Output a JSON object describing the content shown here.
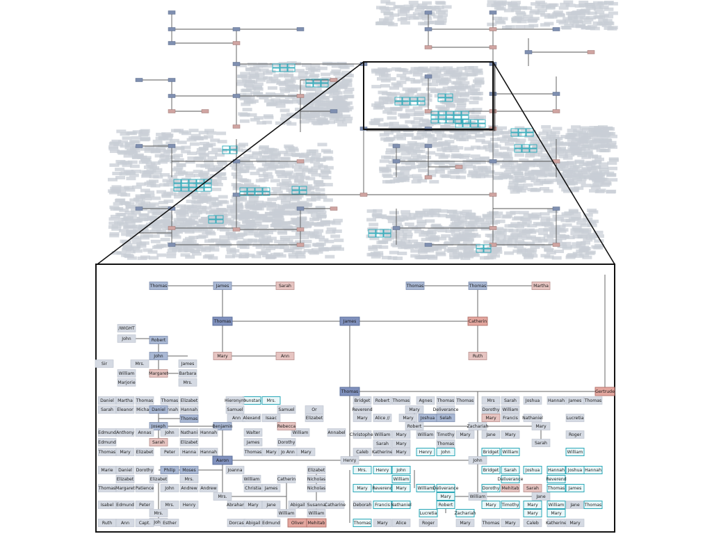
{
  "colors": {
    "male_node": "#a9b8d4",
    "male_node_strong": "#8091bd",
    "female_node": "#e6c4c1",
    "female_node_strong": "#e4a79f",
    "collapsed_node": "#d5dae3",
    "highlight_outline": "#2aa8b8",
    "edge": "#555555",
    "frame": "#111111"
  },
  "detail_nodes": [
    {
      "label": "Thomas",
      "kind": "m"
    },
    {
      "label": "James",
      "kind": "m"
    },
    {
      "label": "Sarah",
      "kind": "f"
    },
    {
      "label": "Thomas",
      "kind": "m"
    },
    {
      "label": "Thomas",
      "kind": "m"
    },
    {
      "label": "Martha",
      "kind": "f"
    },
    {
      "label": "Thomas",
      "kind": "M"
    },
    {
      "label": "James",
      "kind": "M"
    },
    {
      "label": "Catherin",
      "kind": "F"
    },
    {
      "label": "Mary",
      "kind": "f"
    },
    {
      "label": "Ann",
      "kind": "f"
    },
    {
      "label": "Ruth",
      "kind": "f"
    },
    {
      "label": "/WIGHT",
      "kind": "g"
    },
    {
      "label": "John",
      "kind": "g"
    },
    {
      "label": "Robert",
      "kind": "m"
    },
    {
      "label": "John",
      "kind": "m"
    },
    {
      "label": "Sir",
      "kind": "g"
    },
    {
      "label": "Mrs.",
      "kind": "g"
    },
    {
      "label": "William",
      "kind": "g"
    },
    {
      "label": "Marjorie",
      "kind": "g"
    },
    {
      "label": "Margaret",
      "kind": "f"
    },
    {
      "label": "James",
      "kind": "g"
    },
    {
      "label": "Barbara",
      "kind": "g"
    },
    {
      "label": "Mrs.",
      "kind": "g"
    },
    {
      "label": "Thomas",
      "kind": "M"
    },
    {
      "label": "Gertrude",
      "kind": "F"
    },
    {
      "label": "Daniel",
      "kind": "g"
    },
    {
      "label": "Martha",
      "kind": "g"
    },
    {
      "label": "Thomas",
      "kind": "g"
    },
    {
      "label": "Thomas",
      "kind": "g"
    },
    {
      "label": "Elizabet",
      "kind": "g"
    },
    {
      "label": "Sarah",
      "kind": "g"
    },
    {
      "label": "Eleanor",
      "kind": "g"
    },
    {
      "label": "Michael",
      "kind": "g"
    },
    {
      "label": "Hannah",
      "kind": "g"
    },
    {
      "label": "Hannah",
      "kind": "g"
    },
    {
      "label": "Daniel",
      "kind": "m"
    },
    {
      "label": "Thomas",
      "kind": "m"
    },
    {
      "label": "Joseph",
      "kind": "m"
    },
    {
      "label": "Benjamin",
      "kind": "m"
    },
    {
      "label": "Edmund",
      "kind": "g"
    },
    {
      "label": "Anthony",
      "kind": "g"
    },
    {
      "label": "Annas",
      "kind": "g"
    },
    {
      "label": "John",
      "kind": "g"
    },
    {
      "label": "Nathani",
      "kind": "g"
    },
    {
      "label": "Hannah",
      "kind": "g"
    },
    {
      "label": "Edmund",
      "kind": "g"
    },
    {
      "label": "Sarah",
      "kind": "f"
    },
    {
      "label": "Elizabet",
      "kind": "g"
    },
    {
      "label": "Thomas",
      "kind": "g"
    },
    {
      "label": "Mary",
      "kind": "g"
    },
    {
      "label": "Elizabet",
      "kind": "g"
    },
    {
      "label": "Peter",
      "kind": "g"
    },
    {
      "label": "Hanna",
      "kind": "g"
    },
    {
      "label": "Hannah",
      "kind": "g"
    },
    {
      "label": "Aaron",
      "kind": "M"
    },
    {
      "label": "Walter",
      "kind": "g"
    },
    {
      "label": "William",
      "kind": "g"
    },
    {
      "label": "Annabel",
      "kind": "g"
    },
    {
      "label": "James",
      "kind": "g"
    },
    {
      "label": "Dorothy",
      "kind": "g"
    },
    {
      "label": "Thomas",
      "kind": "g"
    },
    {
      "label": "Mary",
      "kind": "g"
    },
    {
      "label": "Jo Ann",
      "kind": "g"
    },
    {
      "label": "Mary",
      "kind": "g"
    },
    {
      "label": "Or",
      "kind": "g"
    },
    {
      "label": "Elizabet",
      "kind": "g"
    },
    {
      "label": "Dunstan",
      "kind": "c"
    },
    {
      "label": "Mrs.",
      "kind": "c"
    },
    {
      "label": "Samuel",
      "kind": "g"
    },
    {
      "label": "Samuel",
      "kind": "g"
    },
    {
      "label": "Ann",
      "kind": "g"
    },
    {
      "label": "Alexand",
      "kind": "g"
    },
    {
      "label": "Rebecca",
      "kind": "f"
    },
    {
      "label": "Isaac",
      "kind": "g"
    },
    {
      "label": "Hieronym",
      "kind": "g"
    },
    {
      "label": "Marie",
      "kind": "g"
    },
    {
      "label": "Daniel",
      "kind": "g"
    },
    {
      "label": "Dorothy",
      "kind": "g"
    },
    {
      "label": "Philip",
      "kind": "m"
    },
    {
      "label": "Moses",
      "kind": "m"
    },
    {
      "label": "Elizabet",
      "kind": "g"
    },
    {
      "label": "Elizabet",
      "kind": "g"
    },
    {
      "label": "Mrs.",
      "kind": "g"
    },
    {
      "label": "Thomas",
      "kind": "g"
    },
    {
      "label": "Margaret",
      "kind": "g"
    },
    {
      "label": "Patience",
      "kind": "g"
    },
    {
      "label": "John",
      "kind": "g"
    },
    {
      "label": "Andrew",
      "kind": "g"
    },
    {
      "label": "Andrew",
      "kind": "g"
    },
    {
      "label": "Joanna",
      "kind": "g"
    },
    {
      "label": "William",
      "kind": "g"
    },
    {
      "label": "Catherin",
      "kind": "g"
    },
    {
      "label": "Christia",
      "kind": "g"
    },
    {
      "label": "James",
      "kind": "g"
    },
    {
      "label": "Elizabet",
      "kind": "g"
    },
    {
      "label": "Nicholas",
      "kind": "g"
    },
    {
      "label": "Nicholas",
      "kind": "g"
    },
    {
      "label": "Isabel",
      "kind": "g"
    },
    {
      "label": "Edmund",
      "kind": "g"
    },
    {
      "label": "Peter",
      "kind": "g"
    },
    {
      "label": "Mrs.",
      "kind": "g"
    },
    {
      "label": "Henry",
      "kind": "g"
    },
    {
      "label": "Abraham",
      "kind": "g"
    },
    {
      "label": "Mary",
      "kind": "g"
    },
    {
      "label": "Jane",
      "kind": "g"
    },
    {
      "label": "Abigail",
      "kind": "g"
    },
    {
      "label": "Susanna",
      "kind": "g"
    },
    {
      "label": "Catharine",
      "kind": "g"
    },
    {
      "label": "Mrs.",
      "kind": "g"
    },
    {
      "label": "John",
      "kind": "g"
    },
    {
      "label": "Ruth",
      "kind": "g"
    },
    {
      "label": "Ann",
      "kind": "g"
    },
    {
      "label": "Capt.",
      "kind": "g"
    },
    {
      "label": "Esther",
      "kind": "g"
    },
    {
      "label": "Dorcas",
      "kind": "g"
    },
    {
      "label": "Abigail",
      "kind": "g"
    },
    {
      "label": "Edmund",
      "kind": "g"
    },
    {
      "label": "Oliver",
      "kind": "F"
    },
    {
      "label": "Mehitab",
      "kind": "F"
    },
    {
      "label": "William",
      "kind": "g"
    },
    {
      "label": "William",
      "kind": "g"
    },
    {
      "label": "Mrs.",
      "kind": "g"
    },
    {
      "label": "Henry",
      "kind": "g"
    },
    {
      "label": "John",
      "kind": "g"
    },
    {
      "label": "Bridget",
      "kind": "g"
    },
    {
      "label": "Robert",
      "kind": "g"
    },
    {
      "label": "Thomas",
      "kind": "g"
    },
    {
      "label": "Agnes",
      "kind": "g"
    },
    {
      "label": "Thomas",
      "kind": "g"
    },
    {
      "label": "Thomas",
      "kind": "g"
    },
    {
      "label": "Mrs",
      "kind": "g"
    },
    {
      "label": "Sarah",
      "kind": "g"
    },
    {
      "label": "Joshua",
      "kind": "g"
    },
    {
      "label": "Hannah",
      "kind": "g"
    },
    {
      "label": "James",
      "kind": "g"
    },
    {
      "label": "Thomas",
      "kind": "g"
    },
    {
      "label": "Reverend",
      "kind": "g"
    },
    {
      "label": "Mary",
      "kind": "g"
    },
    {
      "label": "Deliverance",
      "kind": "g"
    },
    {
      "label": "Dorothy",
      "kind": "g"
    },
    {
      "label": "William",
      "kind": "g"
    },
    {
      "label": "Mary",
      "kind": "g"
    },
    {
      "label": "Alice //",
      "kind": "g"
    },
    {
      "label": "Mary",
      "kind": "g"
    },
    {
      "label": "Joshua",
      "kind": "m"
    },
    {
      "label": "Selah",
      "kind": "m"
    },
    {
      "label": "Mary",
      "kind": "f"
    },
    {
      "label": "Francis",
      "kind": "g"
    },
    {
      "label": "Nathaniel",
      "kind": "g"
    },
    {
      "label": "Lucretia",
      "kind": "g"
    },
    {
      "label": "Robert",
      "kind": "g"
    },
    {
      "label": "Zachariah",
      "kind": "g"
    },
    {
      "label": "Mary",
      "kind": "g"
    },
    {
      "label": "Christopher",
      "kind": "g"
    },
    {
      "label": "William",
      "kind": "g"
    },
    {
      "label": "Mary",
      "kind": "g"
    },
    {
      "label": "William",
      "kind": "g"
    },
    {
      "label": "Timothy",
      "kind": "g"
    },
    {
      "label": "Mary",
      "kind": "g"
    },
    {
      "label": "Jane",
      "kind": "g"
    },
    {
      "label": "Mary",
      "kind": "g"
    },
    {
      "label": "Sarah",
      "kind": "g"
    },
    {
      "label": "Roger",
      "kind": "g"
    },
    {
      "label": "Sarah",
      "kind": "g"
    },
    {
      "label": "Mary",
      "kind": "g"
    },
    {
      "label": "Thomas",
      "kind": "g"
    },
    {
      "label": "Mary",
      "kind": "g"
    },
    {
      "label": "Caleb",
      "kind": "g"
    },
    {
      "label": "Katherine",
      "kind": "g"
    },
    {
      "label": "Mary",
      "kind": "g"
    },
    {
      "label": "Henry",
      "kind": "c"
    },
    {
      "label": "John",
      "kind": "c"
    },
    {
      "label": "Bridget",
      "kind": "c"
    },
    {
      "label": "William",
      "kind": "c"
    },
    {
      "label": "William",
      "kind": "c"
    },
    {
      "label": "Mrs.",
      "kind": "c"
    },
    {
      "label": "Henry",
      "kind": "c"
    },
    {
      "label": "John",
      "kind": "c"
    },
    {
      "label": "Bridget",
      "kind": "c"
    },
    {
      "label": "Sarah",
      "kind": "c"
    },
    {
      "label": "Joshua",
      "kind": "c"
    },
    {
      "label": "Hannah",
      "kind": "c"
    },
    {
      "label": "Joshua",
      "kind": "c"
    },
    {
      "label": "Hannah",
      "kind": "c"
    },
    {
      "label": "William",
      "kind": "c"
    },
    {
      "label": "Deliverance",
      "kind": "c"
    },
    {
      "label": "Reverend",
      "kind": "c"
    },
    {
      "label": "Mary",
      "kind": "c"
    },
    {
      "label": "Reverend",
      "kind": "c"
    },
    {
      "label": "Mary",
      "kind": "c"
    },
    {
      "label": "William",
      "kind": "c"
    },
    {
      "label": "Deliverance",
      "kind": "c"
    },
    {
      "label": "Dorothy",
      "kind": "c"
    },
    {
      "label": "Mehitab",
      "kind": "f"
    },
    {
      "label": "Sarah",
      "kind": "f"
    },
    {
      "label": "Thomas",
      "kind": "c"
    },
    {
      "label": "James",
      "kind": "c"
    },
    {
      "label": "Mary",
      "kind": "c"
    },
    {
      "label": "William",
      "kind": "g"
    },
    {
      "label": "Jane",
      "kind": "g"
    },
    {
      "label": "Deborah",
      "kind": "g"
    },
    {
      "label": "Francis",
      "kind": "c"
    },
    {
      "label": "Nathaniel",
      "kind": "c"
    },
    {
      "label": "Lucretia",
      "kind": "c"
    },
    {
      "label": "Robert",
      "kind": "c"
    },
    {
      "label": "Zachariah",
      "kind": "c"
    },
    {
      "label": "Mary",
      "kind": "c"
    },
    {
      "label": "Timothy",
      "kind": "c"
    },
    {
      "label": "Mary",
      "kind": "c"
    },
    {
      "label": "William",
      "kind": "c"
    },
    {
      "label": "Jane",
      "kind": "g"
    },
    {
      "label": "Thomas",
      "kind": "c"
    },
    {
      "label": "Mary",
      "kind": "c"
    },
    {
      "label": "Mary",
      "kind": "c"
    },
    {
      "label": "Thomas",
      "kind": "c"
    },
    {
      "label": "Mary",
      "kind": "g"
    },
    {
      "label": "Alice",
      "kind": "g"
    },
    {
      "label": "Roger",
      "kind": "g"
    },
    {
      "label": "Sarah",
      "kind": "g"
    },
    {
      "label": "Mary",
      "kind": "g"
    },
    {
      "label": "Thomas",
      "kind": "g"
    },
    {
      "label": "Mary",
      "kind": "g"
    },
    {
      "label": "Caleb",
      "kind": "g"
    },
    {
      "label": "Katherine",
      "kind": "g"
    },
    {
      "label": "Mary",
      "kind": "g"
    }
  ]
}
